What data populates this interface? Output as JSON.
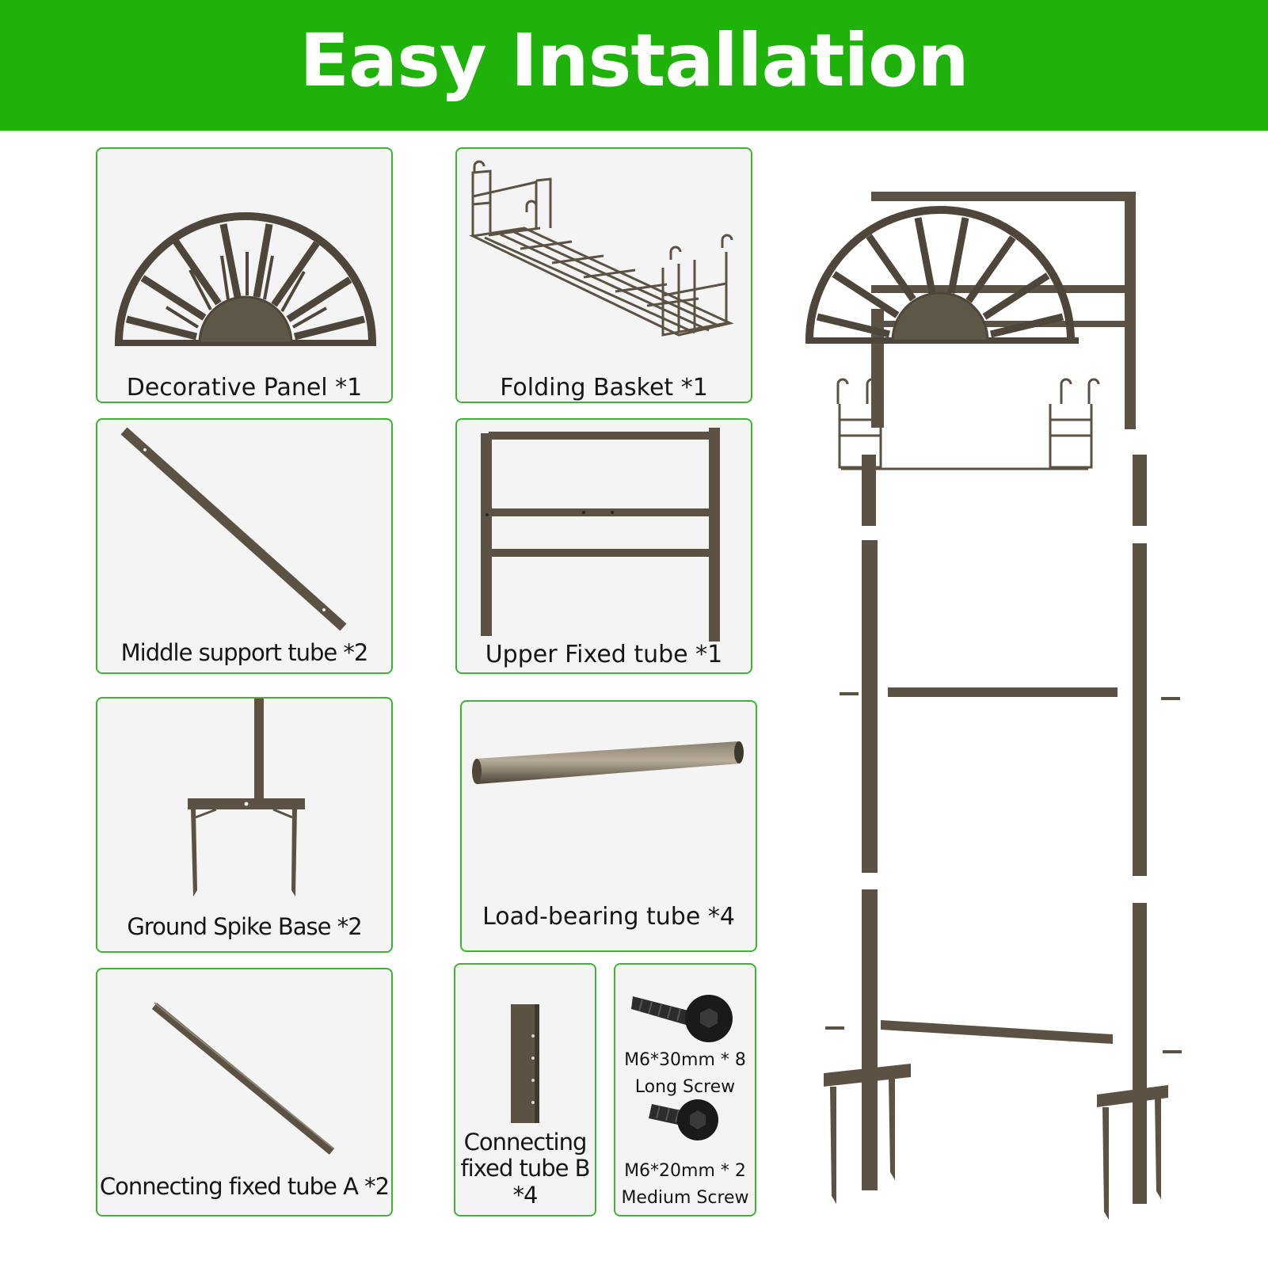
{
  "banner": {
    "title": "Easy Installation",
    "color": "#1fb20b"
  },
  "parts": [
    {
      "name": "Decorative Panel *1"
    },
    {
      "name": "Folding Basket *1"
    },
    {
      "name": "Middle support tube *2"
    },
    {
      "name": "Upper Fixed tube *1"
    },
    {
      "name": "Ground Spike Base *2"
    },
    {
      "name": "Load-bearing tube *4"
    },
    {
      "name": "Connecting fixed tube A *2"
    },
    {
      "name": "Connecting fixed tube B *4"
    }
  ],
  "screws": [
    {
      "size": "M6*30mm * 8",
      "type": "Long Screw"
    },
    {
      "size": "M6*20mm * 2",
      "type": "Medium Screw"
    }
  ],
  "colors": {
    "card_border": "#3cb533",
    "metal": "#5b5243",
    "card_bg": "#f4f4f4"
  }
}
